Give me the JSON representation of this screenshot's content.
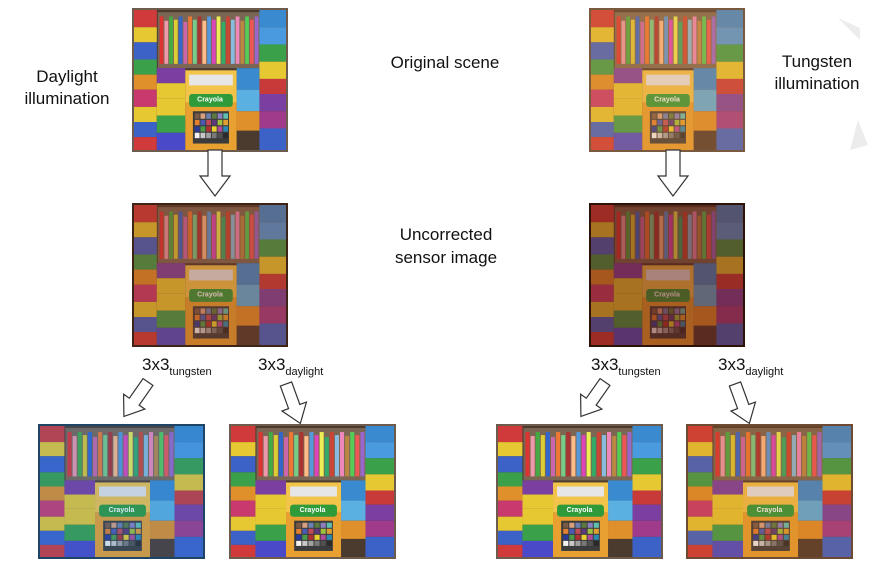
{
  "labels": {
    "daylight_line1": "Daylight",
    "daylight_line2": "illumination",
    "original_scene": "Original scene",
    "tungsten_line1": "Tungsten",
    "tungsten_line2": "illumination",
    "uncorrected_line1": "Uncorrected",
    "uncorrected_line2": "sensor image"
  },
  "matrices": {
    "base": "3x3",
    "tungsten_sub": "tungsten",
    "daylight_sub": "daylight"
  },
  "crayola_text": "Crayola",
  "images": [
    {
      "id": "daylight-original",
      "tint": "#ffffff",
      "tint_opacity": 0.0,
      "frame": "#6d5b4e"
    },
    {
      "id": "tungsten-original",
      "tint": "#e08a3c",
      "tint_opacity": 0.28,
      "frame": "#7a5a3e"
    },
    {
      "id": "daylight-sensor",
      "tint": "#8a3a1e",
      "tint_opacity": 0.35,
      "frame": "#3e2417"
    },
    {
      "id": "tungsten-sensor",
      "tint": "#6a1e10",
      "tint_opacity": 0.5,
      "frame": "#2d1208"
    },
    {
      "id": "daylight-corrected-tungsten",
      "tint": "#2a7ad0",
      "tint_opacity": 0.18,
      "frame": "#1f4566"
    },
    {
      "id": "daylight-corrected-daylight",
      "tint": "#ffffff",
      "tint_opacity": 0.0,
      "frame": "#6d5b4e"
    },
    {
      "id": "tungsten-corrected-tungsten",
      "tint": "#ffffff",
      "tint_opacity": 0.0,
      "frame": "#6d5b4e"
    },
    {
      "id": "tungsten-corrected-daylight",
      "tint": "#c8641e",
      "tint_opacity": 0.2,
      "frame": "#6d4a32"
    }
  ]
}
